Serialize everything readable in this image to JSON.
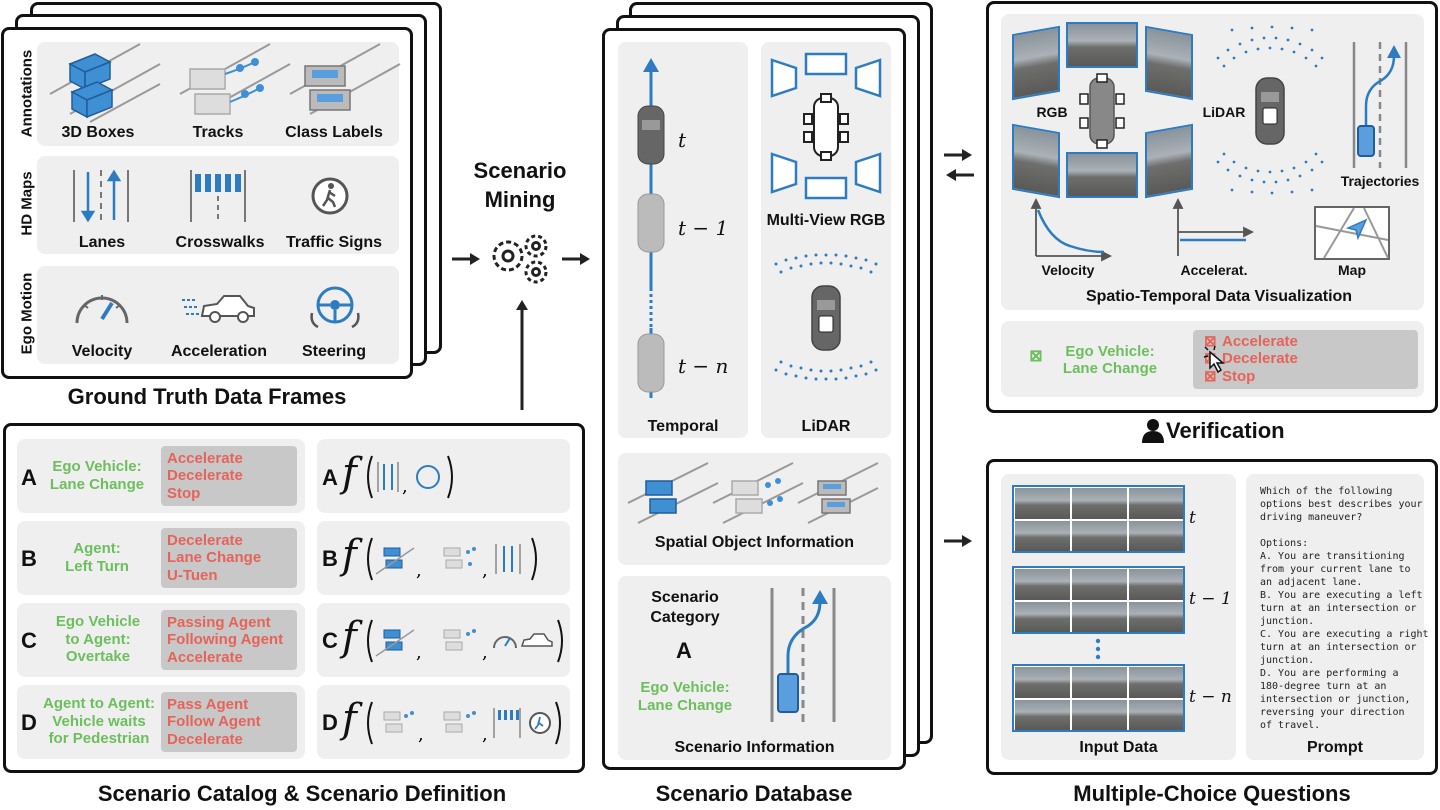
{
  "ground_truth": {
    "title": "Ground Truth Data Frames",
    "annotations": {
      "heading": "Annotations",
      "items": [
        "3D Boxes",
        "Tracks",
        "Class Labels"
      ]
    },
    "hd_maps": {
      "heading": "HD Maps",
      "items": [
        "Lanes",
        "Crosswalks",
        "Traffic Signs"
      ]
    },
    "ego_motion": {
      "heading": "Ego Motion",
      "items": [
        "Velocity",
        "Acceleration",
        "Steering"
      ]
    }
  },
  "mining": {
    "line1": "Scenario",
    "line2": "Mining"
  },
  "catalog": {
    "title": "Scenario Catalog & Scenario Definition",
    "rows": [
      {
        "letter": "A",
        "scenario": [
          "Ego Vehicle:",
          "Lane Change"
        ],
        "options": [
          "Accelerate",
          "Decelerate",
          "Stop"
        ]
      },
      {
        "letter": "B",
        "scenario": [
          "Agent:",
          "Left Turn"
        ],
        "options": [
          "Decelerate",
          "Lane Change",
          "U-Tuen"
        ]
      },
      {
        "letter": "C",
        "scenario": [
          "Ego Vehicle",
          "to Agent:",
          "Overtake"
        ],
        "options": [
          "Passing Agent",
          "Following Agent",
          "Accelerate"
        ]
      },
      {
        "letter": "D",
        "scenario": [
          "Agent to Agent:",
          "Vehicle waits",
          "for Pedestrian"
        ],
        "options": [
          "Pass Agent",
          "Follow Agent",
          "Decelerate"
        ]
      }
    ],
    "function_symbol": "f"
  },
  "database": {
    "title": "Scenario Database",
    "temporal": {
      "label": "Temporal",
      "t0": "t",
      "t1": "t − 1",
      "tn": "t − n"
    },
    "multiview_label": "Multi-View RGB",
    "lidar_label": "LiDAR",
    "spatial_label": "Spatial Object Information",
    "scenario_info": {
      "cat1": "Scenario",
      "cat2": "Category",
      "letter": "A",
      "green1": "Ego Vehicle:",
      "green2": "Lane Change",
      "label": "Scenario Information"
    }
  },
  "verification": {
    "title": "Verification",
    "viz_title": "Spatio-Temporal Data Visualization",
    "rgb_label": "RGB",
    "lidar_label": "LiDAR",
    "trajectories_label": "Trajectories",
    "velocity_label": "Velocity",
    "accel_label": "Accelerat.",
    "map_label": "Map",
    "check_glyph": "⊠",
    "scenario": [
      "Ego Vehicle:",
      "Lane Change"
    ],
    "options": [
      "Accelerate",
      "Decelerate",
      "Stop"
    ],
    "option_glyph": "⊠"
  },
  "mcq": {
    "title": "Multiple-Choice Questions",
    "input_label": "Input Data",
    "prompt_label": "Prompt",
    "t0": "t",
    "t1": "t − 1",
    "tn": "t − n",
    "prompt_text": "Which of the following\noptions best describes your\ndriving maneuver?\n\nOptions:\nA. You are transitioning\nfrom your current lane to\nan adjacent lane.\nB. You are executing a left\nturn at an intersection or\njunction.\nC. You are executing a right\nturn at an intersection or\njunction.\nD. You are performing a\n180-degree turn at an\nintersection or junction,\nreversing your direction\nof travel."
  },
  "colors": {
    "blue": "#2d7cc1",
    "green": "#6cbf5c",
    "red": "#e5645a",
    "panel": "#efefef",
    "grey_box": "#c8c8c8"
  }
}
